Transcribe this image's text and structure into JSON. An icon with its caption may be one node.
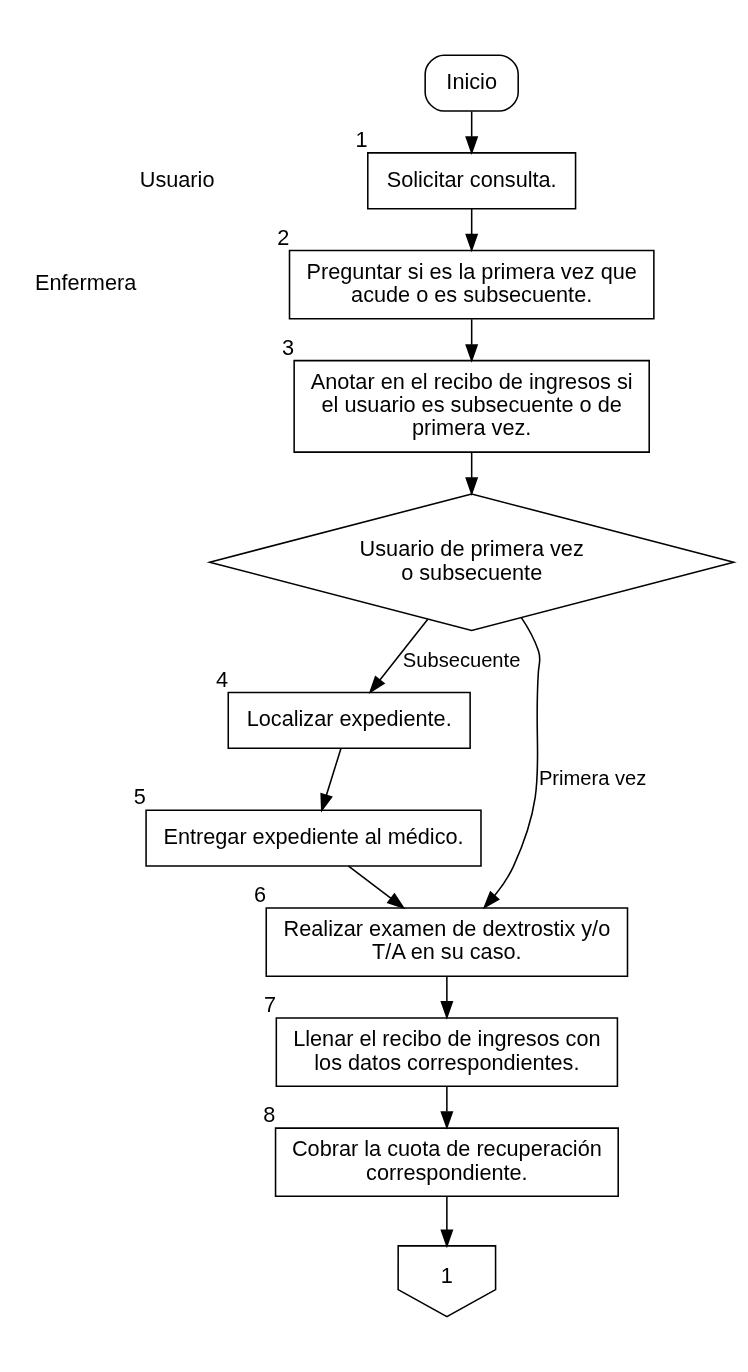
{
  "diagram": {
    "nodes": [
      {
        "text": [
          "Inicio"
        ]
      },
      {
        "text": [
          "Solicitar consulta."
        ],
        "beside": [
          "1"
        ]
      },
      {
        "text": [
          "Preguntar si es la primera vez que acude o es subsecuente."
        ],
        "beside": [
          "2"
        ]
      },
      {
        "text": [
          "Anotar en el recibo de ingresos si el usuario es subsecuente o de primera vez."
        ],
        "beside": [
          "3"
        ]
      },
      {
        "text": [
          "Usuario de primera vez o subsecuente"
        ]
      },
      {
        "text": [
          "Localizar expediente."
        ],
        "beside": [
          "4"
        ]
      },
      {
        "text": [
          "Entregar expediente al médico."
        ],
        "beside": [
          "5"
        ]
      },
      {
        "text": [
          "Realizar examen de dextrostix y/o T/A en su caso."
        ],
        "beside": [
          "6"
        ]
      },
      {
        "text": [
          "Llenar el recibo de ingresos con los datos correspondientes."
        ],
        "beside": [
          "7"
        ]
      },
      {
        "text": [
          "Cobrar la cuota de recuperación correspondiente."
        ],
        "beside": [
          "8"
        ]
      },
      {
        "text": [
          "1"
        ]
      }
    ],
    "edges": [
      {
        "from": 0,
        "to": 1,
        "arrow": "to"
      },
      {
        "from": 1,
        "to": 2,
        "arrow": "to"
      },
      {
        "from": 2,
        "to": 3,
        "arrow": "to"
      },
      {
        "from": 3,
        "to": 4,
        "arrow": "to"
      },
      {
        "from": 4,
        "to": 5,
        "arrow": "to",
        "label": "Subsecuente"
      },
      {
        "from": 5,
        "to": 6,
        "arrow": "to"
      },
      {
        "from": 6,
        "to": 7,
        "arrow": "to"
      },
      {
        "from": 4,
        "to": 7,
        "arrow": "to",
        "label": "Primera vez"
      },
      {
        "from": 7,
        "to": 8,
        "arrow": "to"
      },
      {
        "from": 8,
        "to": 9,
        "arrow": "to"
      },
      {
        "from": 9,
        "to": 10,
        "arrow": "to"
      }
    ],
    "labels": [
      "Usuario",
      "Enfermera"
    ]
  }
}
